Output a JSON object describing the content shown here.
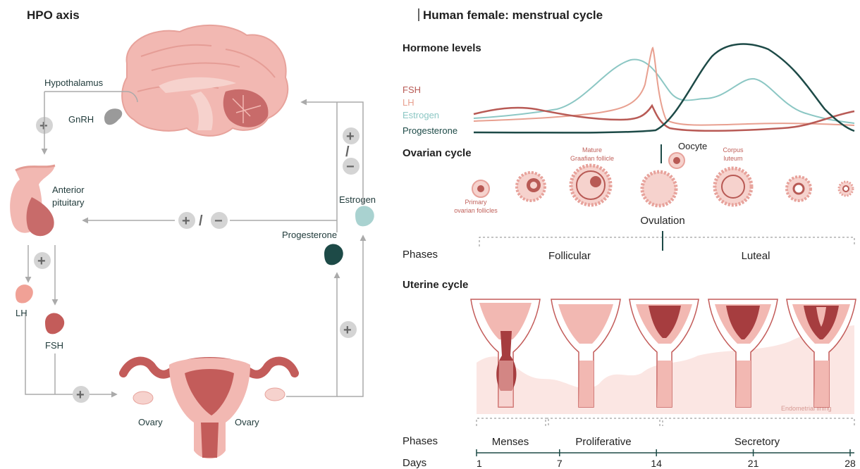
{
  "hpo": {
    "title": "HPO axis",
    "hypothalamus": "Hypothalamus",
    "gnrh": "GnRH",
    "anterior_pituitary_1": "Anterior",
    "anterior_pituitary_2": "pituitary",
    "lh": "LH",
    "fsh": "FSH",
    "ovary_left": "Ovary",
    "ovary_right": "Ovary",
    "progesterone": "Progesterone",
    "estrogen": "Estrogen",
    "plus": "+",
    "minus": "−",
    "plus_minus": "+ / −",
    "slash": "/"
  },
  "cycle": {
    "title": "Human female: menstrual cycle",
    "hormone_levels": "Hormone levels",
    "legend": {
      "fsh": "FSH",
      "lh": "LH",
      "estrogen": "Estrogen",
      "progesterone": "Progesterone"
    },
    "colors": {
      "fsh": "#b85a55",
      "lh": "#e8a090",
      "estrogen": "#8cc7c4",
      "progesterone": "#1d4a47"
    },
    "ovarian_cycle": "Ovarian cycle",
    "oocyte": "Oocyte",
    "mature_1": "Mature",
    "mature_2": "Graafian follicle",
    "corpus_1": "Corpus",
    "corpus_2": "luteum",
    "primary_1": "Primary",
    "primary_2": "ovarian follicles",
    "ovulation": "Ovulation",
    "phases_label": "Phases",
    "follicular": "Follicular",
    "luteal": "Luteal",
    "uterine_cycle": "Uterine cycle",
    "endometrial_lining": "Endometrial lining",
    "phases_label_2": "Phases",
    "menses": "Menses",
    "proliferative": "Proliferative",
    "secretory": "Secretory",
    "days_label": "Days",
    "days": [
      "1",
      "7",
      "14",
      "21",
      "28"
    ]
  }
}
